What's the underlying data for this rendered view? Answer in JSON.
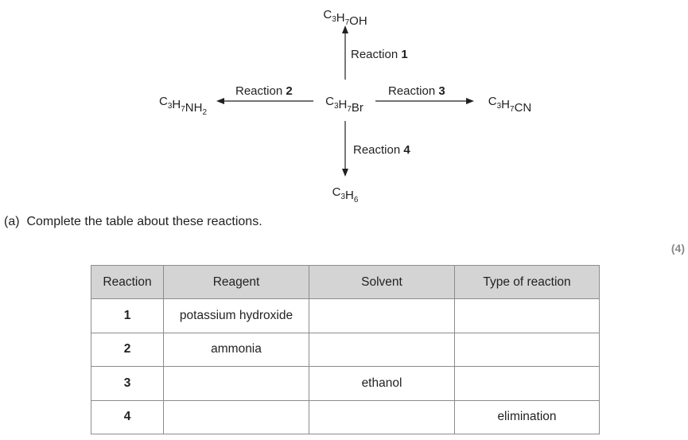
{
  "diagram": {
    "center": {
      "parts": [
        {
          "t": "C"
        },
        {
          "t": "3",
          "sub": true
        },
        {
          "t": "H"
        },
        {
          "t": "7",
          "sub": true
        },
        {
          "t": "Br"
        }
      ]
    },
    "top": {
      "parts": [
        {
          "t": "C"
        },
        {
          "t": "3",
          "sub": true
        },
        {
          "t": "H"
        },
        {
          "t": "7",
          "sub": true
        },
        {
          "t": "OH"
        }
      ]
    },
    "left": {
      "parts": [
        {
          "t": "C"
        },
        {
          "t": "3",
          "sub": true
        },
        {
          "t": "H"
        },
        {
          "t": "7",
          "sub": true
        },
        {
          "t": "NH"
        },
        {
          "t": "2",
          "sub": true
        }
      ]
    },
    "right": {
      "parts": [
        {
          "t": "C"
        },
        {
          "t": "3",
          "sub": true
        },
        {
          "t": "H"
        },
        {
          "t": "7",
          "sub": true
        },
        {
          "t": "CN"
        }
      ]
    },
    "bottom": {
      "parts": [
        {
          "t": "C"
        },
        {
          "t": "3",
          "sub": true
        },
        {
          "t": "H"
        },
        {
          "t": "6",
          "sub": true
        }
      ]
    },
    "reactions": {
      "r1": {
        "word": "Reaction",
        "num": "1"
      },
      "r2": {
        "word": "Reaction",
        "num": "2"
      },
      "r3": {
        "word": "Reaction",
        "num": "3"
      },
      "r4": {
        "word": "Reaction",
        "num": "4"
      }
    }
  },
  "question": {
    "label": "(a)",
    "text": "Complete the table about these reactions.",
    "marks": "(4)"
  },
  "table": {
    "headers": [
      "Reaction",
      "Reagent",
      "Solvent",
      "Type of reaction"
    ],
    "rows": [
      [
        "1",
        "potassium hydroxide",
        "",
        ""
      ],
      [
        "2",
        "ammonia",
        "",
        ""
      ],
      [
        "3",
        "",
        "ethanol",
        ""
      ],
      [
        "4",
        "",
        "",
        "elimination"
      ]
    ]
  }
}
